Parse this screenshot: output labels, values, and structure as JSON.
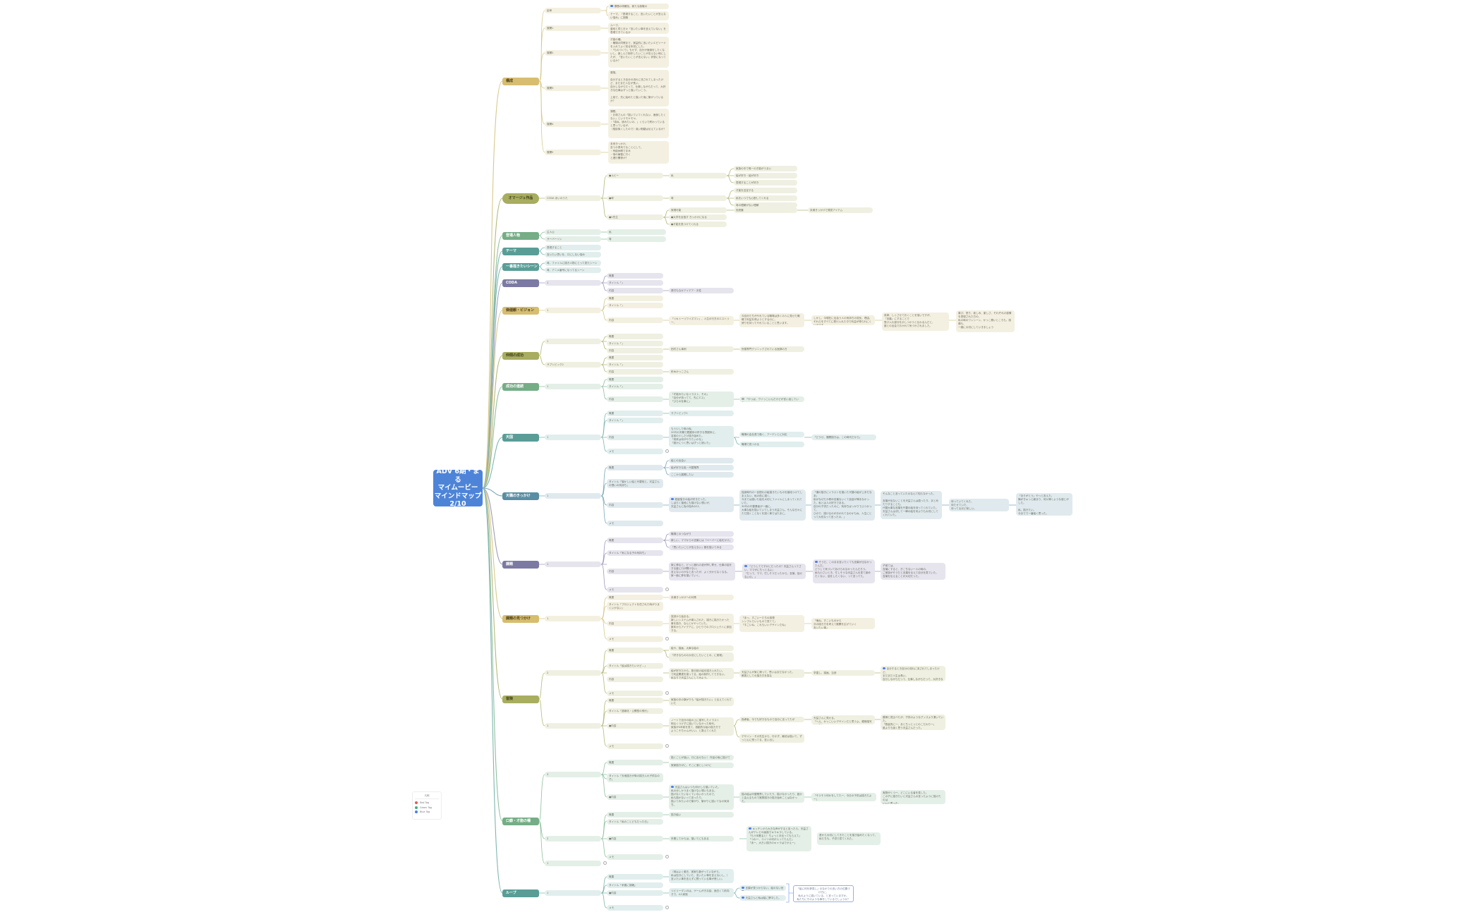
{
  "root": {
    "label": "ADV 6期・まる\nマイムービー\nマインドマップ\n2/10"
  },
  "legend": {
    "title": "凡例",
    "items": [
      {
        "label": "Red Tag",
        "color": "#e85a5a"
      },
      {
        "label": "Green Tag",
        "color": "#3fb27a"
      },
      {
        "label": "Blue Tag",
        "color": "#4f7cf0"
      }
    ]
  },
  "branches": {
    "kousei": {
      "label": "構成"
    },
    "omage": {
      "label": "オマージュ作品"
    },
    "tojo": {
      "label": "登場人物"
    },
    "theme": {
      "label": "テーマ"
    },
    "ichiban": {
      "label": "一番描きたいシーン"
    },
    "coda": {
      "label": "CODA"
    },
    "kachikan": {
      "label": "価値観・ビジョン"
    },
    "jinsei": {
      "label": "仲間の成功"
    },
    "seiko": {
      "label": "成功の連続"
    },
    "tenki": {
      "label": "天国"
    },
    "tenki2": {
      "label": "天職のきっかけ"
    },
    "kadai": {
      "label": "課題"
    },
    "kadai2": {
      "label": "課題の見つかけ"
    },
    "boken": {
      "label": "冒険"
    },
    "kuchi": {
      "label": "口癖・才能の種"
    },
    "loop": {
      "label": "ループ"
    }
  },
  "nodes": {
    "k_hajime": "起承",
    "k_1": "展開1",
    "k_2": "展開2",
    "k_3": "展開3",
    "k_4": "展開4",
    "k_5": "展開5",
    "k_hajime_a": "課題の明確化、新たな挑戦の",
    "k_hajime_b": "テーマ、「表現すること、言いたいことが言えない悩み」に挑戦",
    "k_1_a": "ループ。\n普段と同じ日々「言いたい事を言えていない」を表現できているか",
    "k_2_a": "才能の種。\n・職場の同僚まで、実益的に言いたいエピソードを入れてよく知る状況にした。\n・「ものづくり」もせず、自分が面倒をしたくないし、楽しんで制作したいことが言えない時にしたが、「言いたいことが言えない」状態になっているか？",
    "k_3_a": "冒険。\n\n自分するとき自分の流れに流されてしまったけど、まだまだ人生が長い。\n自分しながらだって、仕事しながらだって、大好きな仕事はずっと描いていこう。\n\n上段で、先に始めたと描いた後に繋がっているか？",
    "k_4_a": "課題。\n・お母さんの「描いていてくれない、面倒したくない」というモヤモヤ。\n・「真似、読みたいの、」くらいで終わっていると思っているが、\n（相談後くしたので）強い衝動は伝えているか？",
    "k_5_a": "未来きっかけ。\n言うか勇気でることにして。\n・有給休暇でまみ\n・他の練習に行く\nと連行関係か？",
    "o_coda": "CODA あいのうた",
    "o_l1": "●ルビー",
    "o_l2": "●母",
    "o_l3": "●V先生",
    "o_r1": "私",
    "o_r2": "母",
    "o_v1": "実現可能",
    "o_v2": "●大学を目指す きっかけになる",
    "o_v3": "●才能を見つけてくれる",
    "o_r1a": "家族の中で唯一の才能がうまい",
    "o_r1b": "絵が好き・絵が好き",
    "o_r1c": "表現することが好き",
    "o_r2a": "才能を否定する",
    "o_r2b": "私をいつでも心配してくれる",
    "o_r2c": "母の理解がない理解",
    "o_v1a": "色鉛筆",
    "o_v1b": "未満きっかけで発見アイテム",
    "t_1": "主人公",
    "t_2": "サーバーソン",
    "t_1a": "私",
    "t_2a": "母",
    "th_1": "表現すること",
    "th_2": "言いたい思いを、口にしない悩み",
    "ic_1": "母、ファイルに描き人物にとって見たシーン",
    "ic_2": "母、アニメ番号になってるシーン",
    "c_1": "1",
    "c_1a": "概要",
    "c_1b": "タイトル「」",
    "c_1c": "内容",
    "c_1c_a": "原付もなかアイデア・天性",
    "kv_1": "1",
    "kv_1a": "概要",
    "kv_1b": "タイトル「」",
    "kv_1c": "内容",
    "kv_1c_a": "「リキトーリワイズマン」、人生の行方のエストリー、",
    "kv_1c_b": "今自分たちがやれている職場は多くの人に見せた戦略で利益を得ようとするのに、\n誇りを持ってやれていることと思います。",
    "kv_1c_c": "しかし、今現在に出会う人の気持ちの変化、理由、\nそれらをすべてに受け入れた中で利益が得られにくいのです",
    "kv_1c_d": "真摯、しくさせておくことを悩いですが、\n「言葉」にすることで\n受け入れ部分を示しつかうと伝わるんだと、\n誰との出会でおかれて気づかされました。",
    "kv_1c_e": "喜び、怒り、哀しみ、楽しさ、それぞれの感情を表現された方の、\n私の時のワンシーン、かっこ悪いところも、感情も、\n一緒に大切にしていきましょう",
    "j_1": "1",
    "j_2": "サブトピック2",
    "j_1a": "概要",
    "j_1b": "タイトル「」",
    "j_1c": "内容",
    "j_2a": "概要",
    "j_2b": "タイトル「」",
    "j_2c": "内容",
    "j_1c_a": "田村さん事例",
    "j_1c_b": "所属専門クリニックされている医師の方",
    "j_2c_a": "鈴木かっこさん",
    "s_1": "1",
    "s_1a": "概要",
    "s_1b": "タイトル「」",
    "s_1c": "内容",
    "s_1c_a": "「才能みたいなイラスト、その」\n「自分が持ってて、先にエス」\n「ひらの社事に」",
    "s_1c_b": "「やっぱ、ウソっこいんだけどが言い返していう」",
    "tk_1": "1",
    "tk_1a": "概要",
    "tk_1b": "タイトル「」",
    "tk_1c": "内容",
    "tk_1d": "メモ",
    "tk_1a_a": "サブトピック1",
    "tk_1c_a": "もう少しで母の仮。\n20代の天職で看護系の好きな雰囲気に、\n名前の少しだけ描き始めた。\n「将来は何がやりたいかな」\n「誰かにつく思いはずっと続いた」",
    "tk_1c_b": "職場の会社員で働く、アーデンとに対応",
    "tk_1c_c": "「どうせ、展開描きは、この時代だから」",
    "tk_1c_d": "職場で見つかる",
    "tn_1": "1",
    "tn_1a": "概要",
    "tn_1b": "タイトル「懐かしい絵と代替役と、天益さんの想いの気持ち」",
    "tn_1c": "内容",
    "tn_1d": "メモ",
    "tn_1a_a": "絵との出会い",
    "tn_1a_b": "絵が好きな祖・代替業界",
    "tn_1a_c": "ここから展開したい",
    "tn_1c_a": "程度描きの絵が好きだった。\nしばらく普段にも描けない想いが、\n天益さんに仮の悩みかけ。",
    "tn_1c_b": "独身時代の一目惚れの絵描きたいものを普段つけてしまえない。私の前に描く。\n今までは描いた絵を大切にファイルにしまってくれていた。\n30代の代替業者が一緒に。\n大事な絵を描いていてしまう天益さん。そんな日々にただ描くことなくを描く事ではたまに。",
    "tn_1c_c": "「僕の描きにイラストを描いた代替の絵が上手だなあ」\n私がなぜだか褒め言葉ないくて会話が弾まなかった。私とは人の好きである。\n自分の子供だったのに、気持ちばっかりでぶつかって。\nひので、描けるのが分かれてるのかもね、人生にとって大切なって言ったの。」",
    "tn_1c_d": "そんなこと言っていたのなんて知らなかった。\n\n言葉が出ないことを天益さんは語ったり、まとめたりすることも、\n代替大事な言葉を代替の絵を持ってくれていた。\n天益さんは決して一瞬の絵を何よりも大切にしてくれていた。",
    "tn_1c_e": "待っていてくれた、\n待たせていた、\n待ってるほど寂しい。",
    "tn_1c_f": "「ありがとう」やっと言えた。\n胸がきゅっと締まり、何か弾くような感じがした。\n\n私、描きたい。\n今までで一番強く思った。",
    "kd_1": "1",
    "kd_1a": "概要",
    "kd_1b": "タイトル「気になる子の気持ち」",
    "kd_1c": "内容",
    "kd_1d": "メモ",
    "kd_1a_a": "職場とのつながり",
    "kd_1a_b": "新しい、ママからの言葉には「ペーパーに絵をかけ」",
    "kd_1a_c": "「思いたいことが言えない」娘を描いてみる",
    "kd_1c_a": "家に帰ると、どっと疲れの波が押し寄せ、仕事の話をする度に口が開けない。\n言えないのかなと言ったが、よく分からなくなる。\n家一面に夢を描いていく。",
    "kd_1c_b": "「どうしてですかにだったの？天益さんってさい、ママがにちっとるよ」\n「だって、ママ、忙しそうだったから。言葉、話せないの。」",
    "kd_1c_c": "そうだ、このまま言いたくても言葉が出なかったんだ。\nどうして気づいてあげられなかったんだろう。\n私も小さいとき、忙しそうな天益さんを見て諦めたくない、話をしたくない、って言ってた。",
    "kd_1c_d": "子育ては、\n言葉にすると、ぎこちない一人の時の、\nご家族がそうだと言葉を伝えて自分を見ていた。\n言葉を伝えることが大切だった。",
    "kk_1": "1",
    "kk_1a": "概要",
    "kk_1b": "タイトル「プロジェクトを任された時がうまくいかない」",
    "kk_1c": "内容",
    "kk_1d": "メモ",
    "kk_1a_a": "未満きっかけへの対策",
    "kk_1c_a": "突然から始まる。\n新しいシステムが導入された、描きに描きたかった事を描き、なんとかやっていた。\n数年からアイデアに、ひとりでのプロジェクトに参加する。",
    "kk_1c_b": "「あっ、すごいーたちの感想\nシンプルでいいもので見てて」\n「すごいね、これもいいデザインだね」",
    "kk_1c_c": "「俺ね、すこいものから\n次の描き方を考えて展開を広げていく\n言いたい事」",
    "bk_2": "2",
    "bk_1": "1",
    "bk_2a": "概要",
    "bk_2b": "タイトル「絵は描きたいけど…」",
    "bk_2c": "内容",
    "bk_2d": "メモ",
    "bk_2a_a": "絵や、描画、大事な絵の",
    "bk_2a_b": "「好きなものの大切にしたいことの、に実現」",
    "bk_2c_a": "絵が好きだから、数日前の絵を描き入れたい。\nで利益関連を描ってる、絵の制作してできない。\n私なりで天益さんにしてみよう。",
    "bk_2c_b": "天益さんが家に帰って、思いはまだなかった。\n教員としての描き方を探る",
    "bk_2c_c": "学習し、描画、当然",
    "bk_2c_d": "自分するとき自分の流れに流されてしまったけど、\nまだまだ人生は長い。\n自分しながらだって、仕事しながらだって、大好きな仕事はずっと描いていこう。",
    "bk_1a": "概要",
    "bk_1b": "タイトル「過疎化・公開型の飛行」",
    "bk_1c": "●内容",
    "bk_1d": "メモ",
    "bk_1a_a": "家族の中の繋がりも「絵が描きたい」と伝えてくれていた",
    "bk_1c_a": "ノートで自分の絵の上に描写したイラスト\n明るくつけずに描いていなかった時代。\n家族が4年前を見て、感動的な絵の描き方で\nようこそちゃんがいい、と数えてくれた",
    "bk_1c_b": "指導者、今でも好きなもので自分に言ってたが",
    "bk_1c_c": "デザイン・その先生から、行かず、最初は描いて、ずっと心に残ってる、言い出し",
    "bk_1c_d": "天益さんに見せる。\n「へえ、かっこいいデザインだと思うよ。模様描写いいね！」",
    "bk_1c_e": "模様と見比べたが、子供のようなグッズより凄いていた。\n「数量的に一、あとちっとっとのこだわりー」\n誰よりも強く思う天益さんだった。",
    "kc_3": "3",
    "kc_2": "2",
    "kc_1": "1",
    "kc_3a": "概要",
    "kc_3b": "タイトル「天地描きが母の描き入れ子供なの子」",
    "kc_3c": "●内容",
    "kc_3a_a": "描くことが強い、口に出せない！ 作品の後に描けて",
    "kc_3a_b": "実家描きがに、そこに落としつけに",
    "kc_3c_a": "天益さんはいつも何かしら描いていた。\n私の分しかうまく描けない想いもある。\n描けなくたいなくていないかったので、\n私も描かないって言ったり、\n描いてみたいので繋がり、繋がりに描いてなの気持ち。",
    "kc_3c_b": "描の絵は代替業界していたり、描けなかったり、誰かと会えるもので実際描きの描き始めことはなかった。",
    "kc_3c_c": "「そうそう何かをしてたー、今日の子供は描きだよー」",
    "kc_3c_d": "実際がくつー、どこにいる者を見した。\nこの子に描きたいと天益さんの言ったように描けたのは\nいいと思った。",
    "kc_2a": "概要",
    "kc_2b": "タイトル「私のことどもだった日」",
    "kc_2c": "●内容",
    "kc_2d": "メモ",
    "kc_2a_a": "描き絵い",
    "kc_2c_a": "卒業してからは、描いてにもある",
    "kc_2c_b": "キッチンから大きな声がすると言ったら、天益さんがテレビの画面でキラキラしている。\n「もう何着ると！ちょっと手伝ってもらえて」\n「つわー、コイツの何が入ってたんだ」\n「あー、大きい描きのキャラはでかえー」",
    "kc_2c_c": "昔から大切にしてきたことを描き始めたくなって、\n私たちも、子供で見てくれた。",
    "lp_1": "1",
    "lp_1a": "概要",
    "lp_1b": "タイトル「矛盾に挑戦」",
    "lp_1c": "●内容",
    "lp_1d": "メモ",
    "lp_1a_a": "（母はよく働き、実家も繋がっていながら、\n私は自分にしていた、言いたい事を言えないし、）\n言いたい事を言えずに黙っている事が悲しい。",
    "lp_1c_a": "リビリーダンのは、ゲームがきな話、面白くて前向きで、4人家族",
    "lp_1c_b": "言葉が見つからない、絵のない世界。",
    "lp_1c_c": "天益さんと私は絵に夢中した。",
    "lp_summary": "「絵に何を夢見し」のなかでの言い方の位置づけ方に、\n私のように描いている、と言っていますか。\n私たちにそのような事をしているでしょうか？"
  }
}
